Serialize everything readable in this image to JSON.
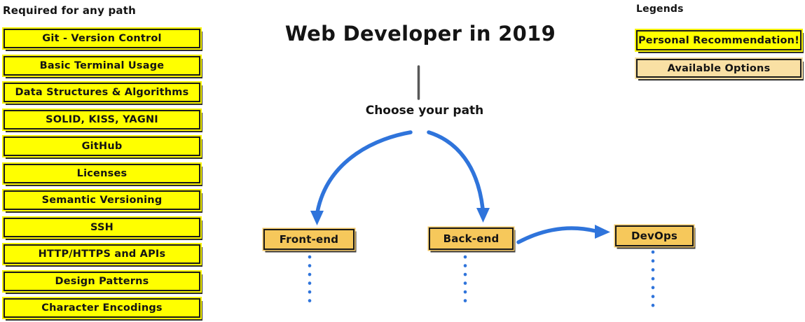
{
  "title": "Web Developer in 2019",
  "choose_path_label": "Choose your path",
  "required": {
    "heading": "Required for any path",
    "items": [
      "Git - Version Control",
      "Basic Terminal Usage",
      "Data Structures & Algorithms",
      "SOLID, KISS, YAGNI",
      "GitHub",
      "Licenses",
      "Semantic Versioning",
      "SSH",
      "HTTP/HTTPS and APIs",
      "Design Patterns",
      "Character Encodings"
    ]
  },
  "legends": {
    "heading": "Legends",
    "personal_recommendation": "Personal Recommendation!",
    "available_options": "Available Options"
  },
  "nodes": {
    "frontend": "Front-end",
    "backend": "Back-end",
    "devops": "DevOps"
  },
  "colors": {
    "recommendation_yellow": "#FFFF00",
    "available_option_tan": "#F9E0A4",
    "path_node_gold": "#F6C85B",
    "arrow_blue": "#2F74DB",
    "stem_gray": "#585858",
    "border_black": "#1A1A1A"
  }
}
